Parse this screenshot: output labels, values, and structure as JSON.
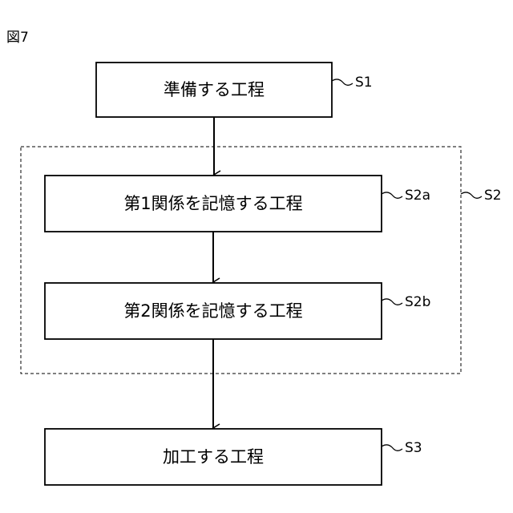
{
  "figure": {
    "label": "図7"
  },
  "steps": [
    {
      "text": "準備する工程",
      "id": "S1"
    },
    {
      "text": "第1関係を記憶する工程",
      "id": "S2a"
    },
    {
      "text": "第2関係を記憶する工程",
      "id": "S2b"
    },
    {
      "text": "加工する工程",
      "id": "S3"
    }
  ],
  "group": {
    "id": "S2"
  },
  "colors": {
    "stroke": "#000000",
    "background": "#ffffff"
  }
}
